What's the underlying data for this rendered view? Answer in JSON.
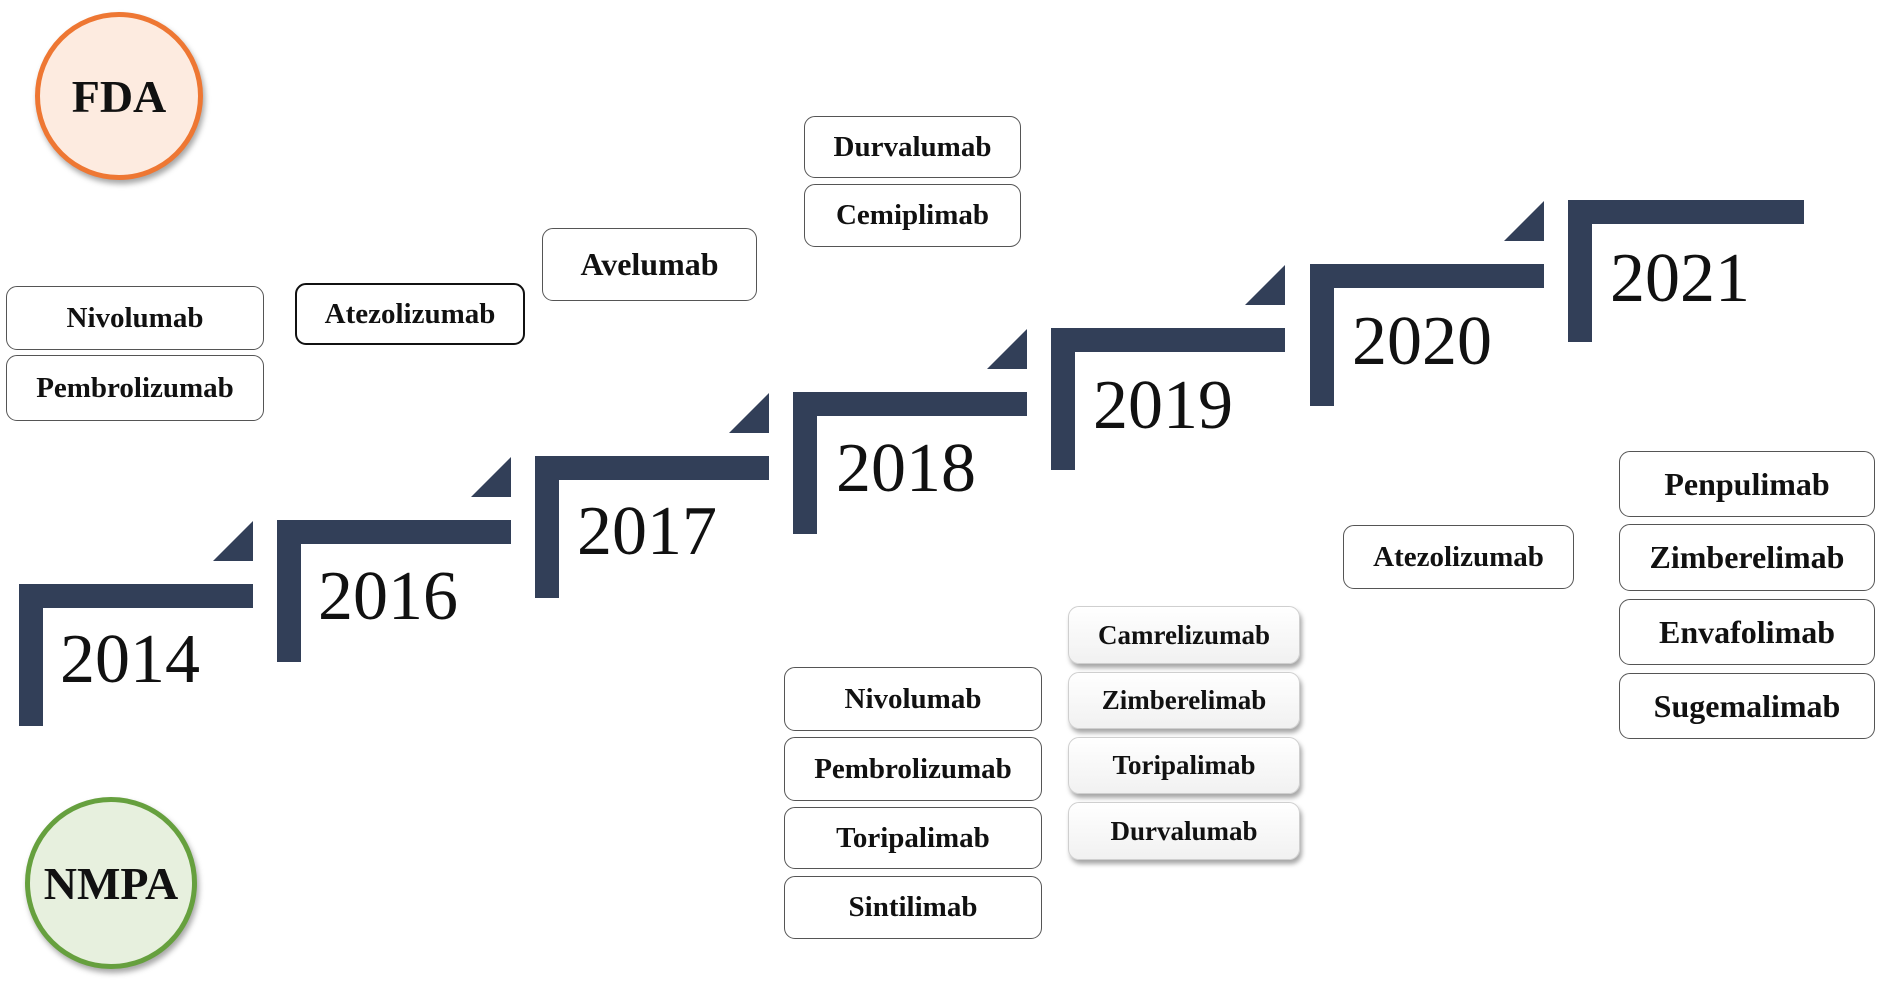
{
  "agencies": {
    "fda": "FDA",
    "nmpa": "NMPA"
  },
  "colors": {
    "fda_ring": "#ee7733",
    "nmpa_ring": "#66a03e",
    "stair": "#323f58"
  },
  "years": [
    "2014",
    "2016",
    "2017",
    "2018",
    "2019",
    "2020",
    "2021"
  ],
  "fda_approvals": {
    "2014": [
      "Nivolumab",
      "Pembrolizumab"
    ],
    "2016": [
      "Atezolizumab"
    ],
    "2017": [
      "Avelumab"
    ],
    "2018": [
      "Durvalumab",
      "Cemiplimab"
    ]
  },
  "nmpa_approvals": {
    "2018": [
      "Nivolumab",
      "Pembrolizumab",
      "Toripalimab",
      "Sintilimab"
    ],
    "2019": [
      "Camrelizumab",
      "Zimberelimab",
      "Toripalimab",
      "Durvalumab"
    ],
    "2020": [
      "Atezolizumab"
    ],
    "2021": [
      "Penpulimab",
      "Zimberelimab",
      "Envafolimab",
      "Sugemalimab"
    ]
  }
}
